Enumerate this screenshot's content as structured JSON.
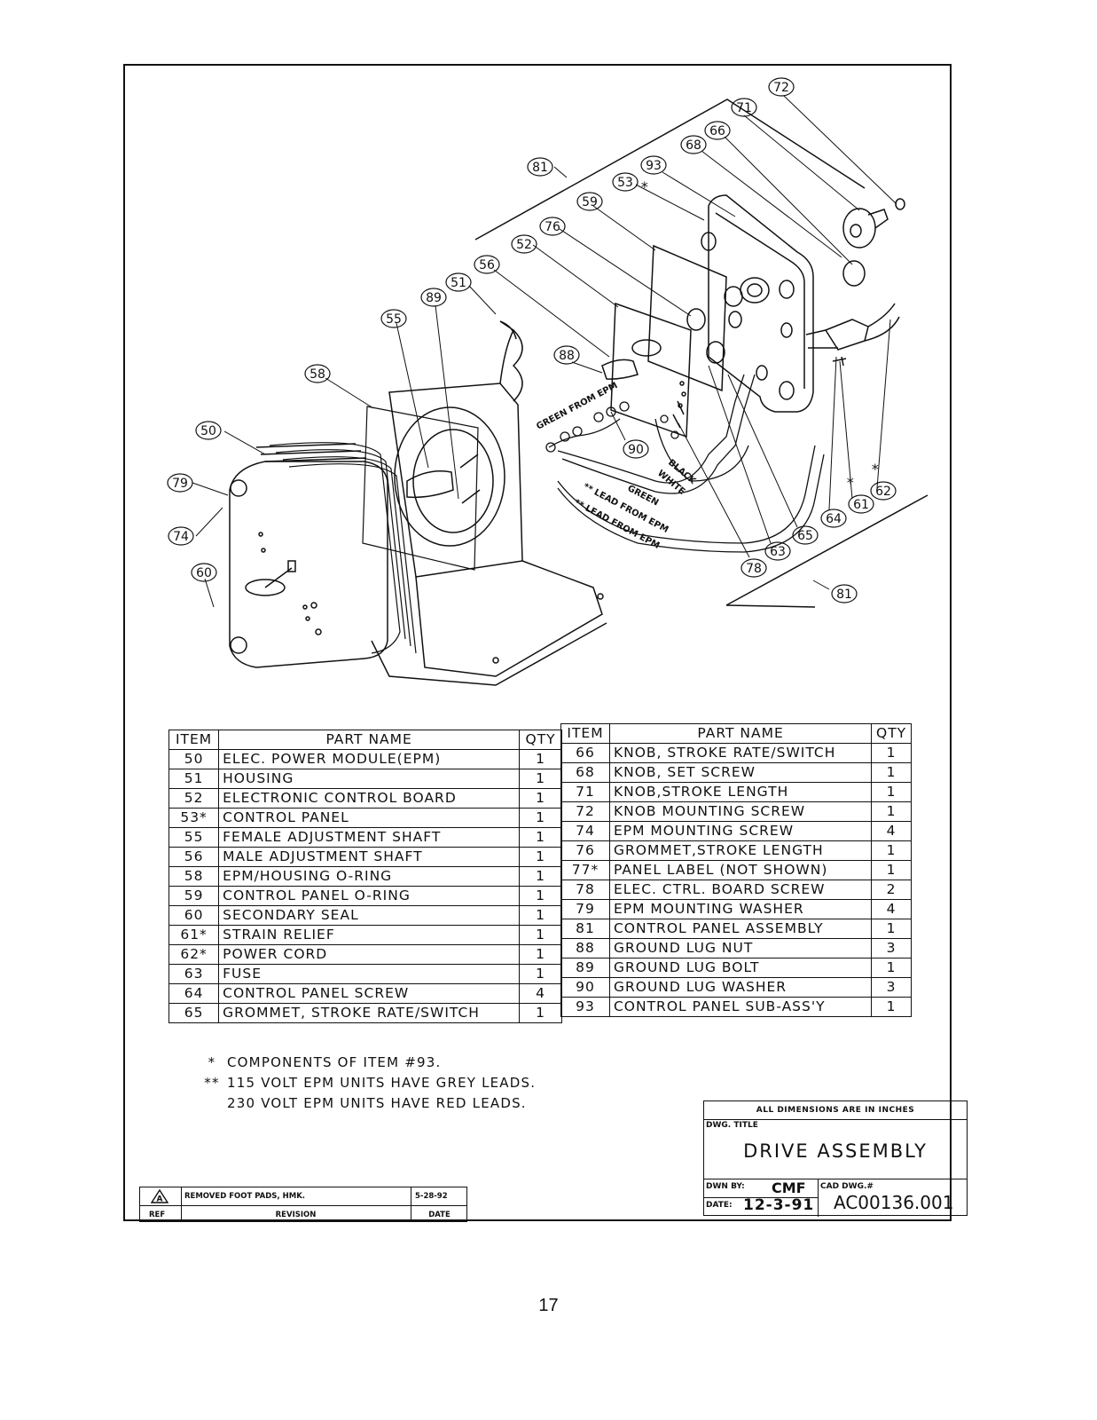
{
  "callouts": [
    "72",
    "71",
    "66",
    "68",
    "93",
    "53",
    "81",
    "59",
    "76",
    "52",
    "56",
    "51",
    "89",
    "55",
    "58",
    "88",
    "90",
    "50",
    "79",
    "74",
    "60",
    "62",
    "61",
    "64",
    "65",
    "63",
    "78",
    "81"
  ],
  "wire_labels": {
    "green_from_epm": "GREEN FROM EPM",
    "lead1": "** LEAD FROM EPM",
    "lead2": "** LEAD FROM EPM",
    "green": "GREEN",
    "black": "BLACK",
    "white": "WHITE",
    "star": "*"
  },
  "parts_table": {
    "headers": {
      "item": "ITEM",
      "part_name": "PART NAME",
      "qty": "QTY"
    },
    "left": [
      {
        "item": "50",
        "name": "ELEC. POWER MODULE(EPM)",
        "qty": "1"
      },
      {
        "item": "51",
        "name": "HOUSING",
        "qty": "1"
      },
      {
        "item": "52",
        "name": "ELECTRONIC CONTROL BOARD",
        "qty": "1"
      },
      {
        "item": "53*",
        "name": "CONTROL PANEL",
        "qty": "1"
      },
      {
        "item": "55",
        "name": "FEMALE ADJUSTMENT SHAFT",
        "qty": "1"
      },
      {
        "item": "56",
        "name": "MALE ADJUSTMENT SHAFT",
        "qty": "1"
      },
      {
        "item": "58",
        "name": "EPM/HOUSING O-RING",
        "qty": "1"
      },
      {
        "item": "59",
        "name": "CONTROL PANEL O-RING",
        "qty": "1"
      },
      {
        "item": "60",
        "name": "SECONDARY SEAL",
        "qty": "1"
      },
      {
        "item": "61*",
        "name": "STRAIN RELIEF",
        "qty": "1"
      },
      {
        "item": "62*",
        "name": "POWER CORD",
        "qty": "1"
      },
      {
        "item": "63",
        "name": "FUSE",
        "qty": "1"
      },
      {
        "item": "64",
        "name": "CONTROL PANEL SCREW",
        "qty": "4"
      },
      {
        "item": "65",
        "name": "GROMMET, STROKE RATE/SWITCH",
        "qty": "1"
      }
    ],
    "right": [
      {
        "item": "66",
        "name": "KNOB, STROKE RATE/SWITCH",
        "qty": "1"
      },
      {
        "item": "68",
        "name": "KNOB, SET SCREW",
        "qty": "1"
      },
      {
        "item": "71",
        "name": "KNOB,STROKE LENGTH",
        "qty": "1"
      },
      {
        "item": "72",
        "name": "KNOB MOUNTING SCREW",
        "qty": "1"
      },
      {
        "item": "74",
        "name": "EPM  MOUNTING SCREW",
        "qty": "4"
      },
      {
        "item": "76",
        "name": "GROMMET,STROKE LENGTH",
        "qty": "1"
      },
      {
        "item": "77*",
        "name": "PANEL LABEL (NOT SHOWN)",
        "qty": "1"
      },
      {
        "item": "78",
        "name": "ELEC. CTRL. BOARD SCREW",
        "qty": "2"
      },
      {
        "item": "79",
        "name": "EPM MOUNTING WASHER",
        "qty": "4"
      },
      {
        "item": "81",
        "name": "CONTROL PANEL ASSEMBLY",
        "qty": "1"
      },
      {
        "item": "88",
        "name": "GROUND LUG NUT",
        "qty": "3"
      },
      {
        "item": "89",
        "name": "GROUND LUG BOLT",
        "qty": "1"
      },
      {
        "item": "90",
        "name": "GROUND LUG WASHER",
        "qty": "3"
      },
      {
        "item": "93",
        "name": "CONTROL PANEL SUB-ASS'Y",
        "qty": "1"
      }
    ]
  },
  "notes": [
    {
      "mark": "*",
      "text": "COMPONENTS OF ITEM #93."
    },
    {
      "mark": "**",
      "text": "115 VOLT EPM UNITS HAVE GREY LEADS."
    },
    {
      "mark": "",
      "text": "230 VOLT EPM UNITS HAVE RED LEADS."
    }
  ],
  "title_block": {
    "dimensions_note": "ALL DIMENSIONS ARE IN INCHES",
    "dwg_title_label": "DWG. TITLE",
    "dwg_title": "DRIVE ASSEMBLY",
    "drawn_by_label": "DWN BY:",
    "drawn_by": "CMF",
    "date_label": "DATE:",
    "date": "12-3-91",
    "cad_dwg_label": "CAD DWG.#",
    "cad_dwg": "AC00136.001"
  },
  "revision_block": {
    "rev_mark": "A",
    "description": "REMOVED FOOT PADS, HMK.",
    "date": "5-28-92",
    "ref_label": "REF",
    "revision_label": "REVISION",
    "date_label": "DATE"
  },
  "page_number": "17"
}
